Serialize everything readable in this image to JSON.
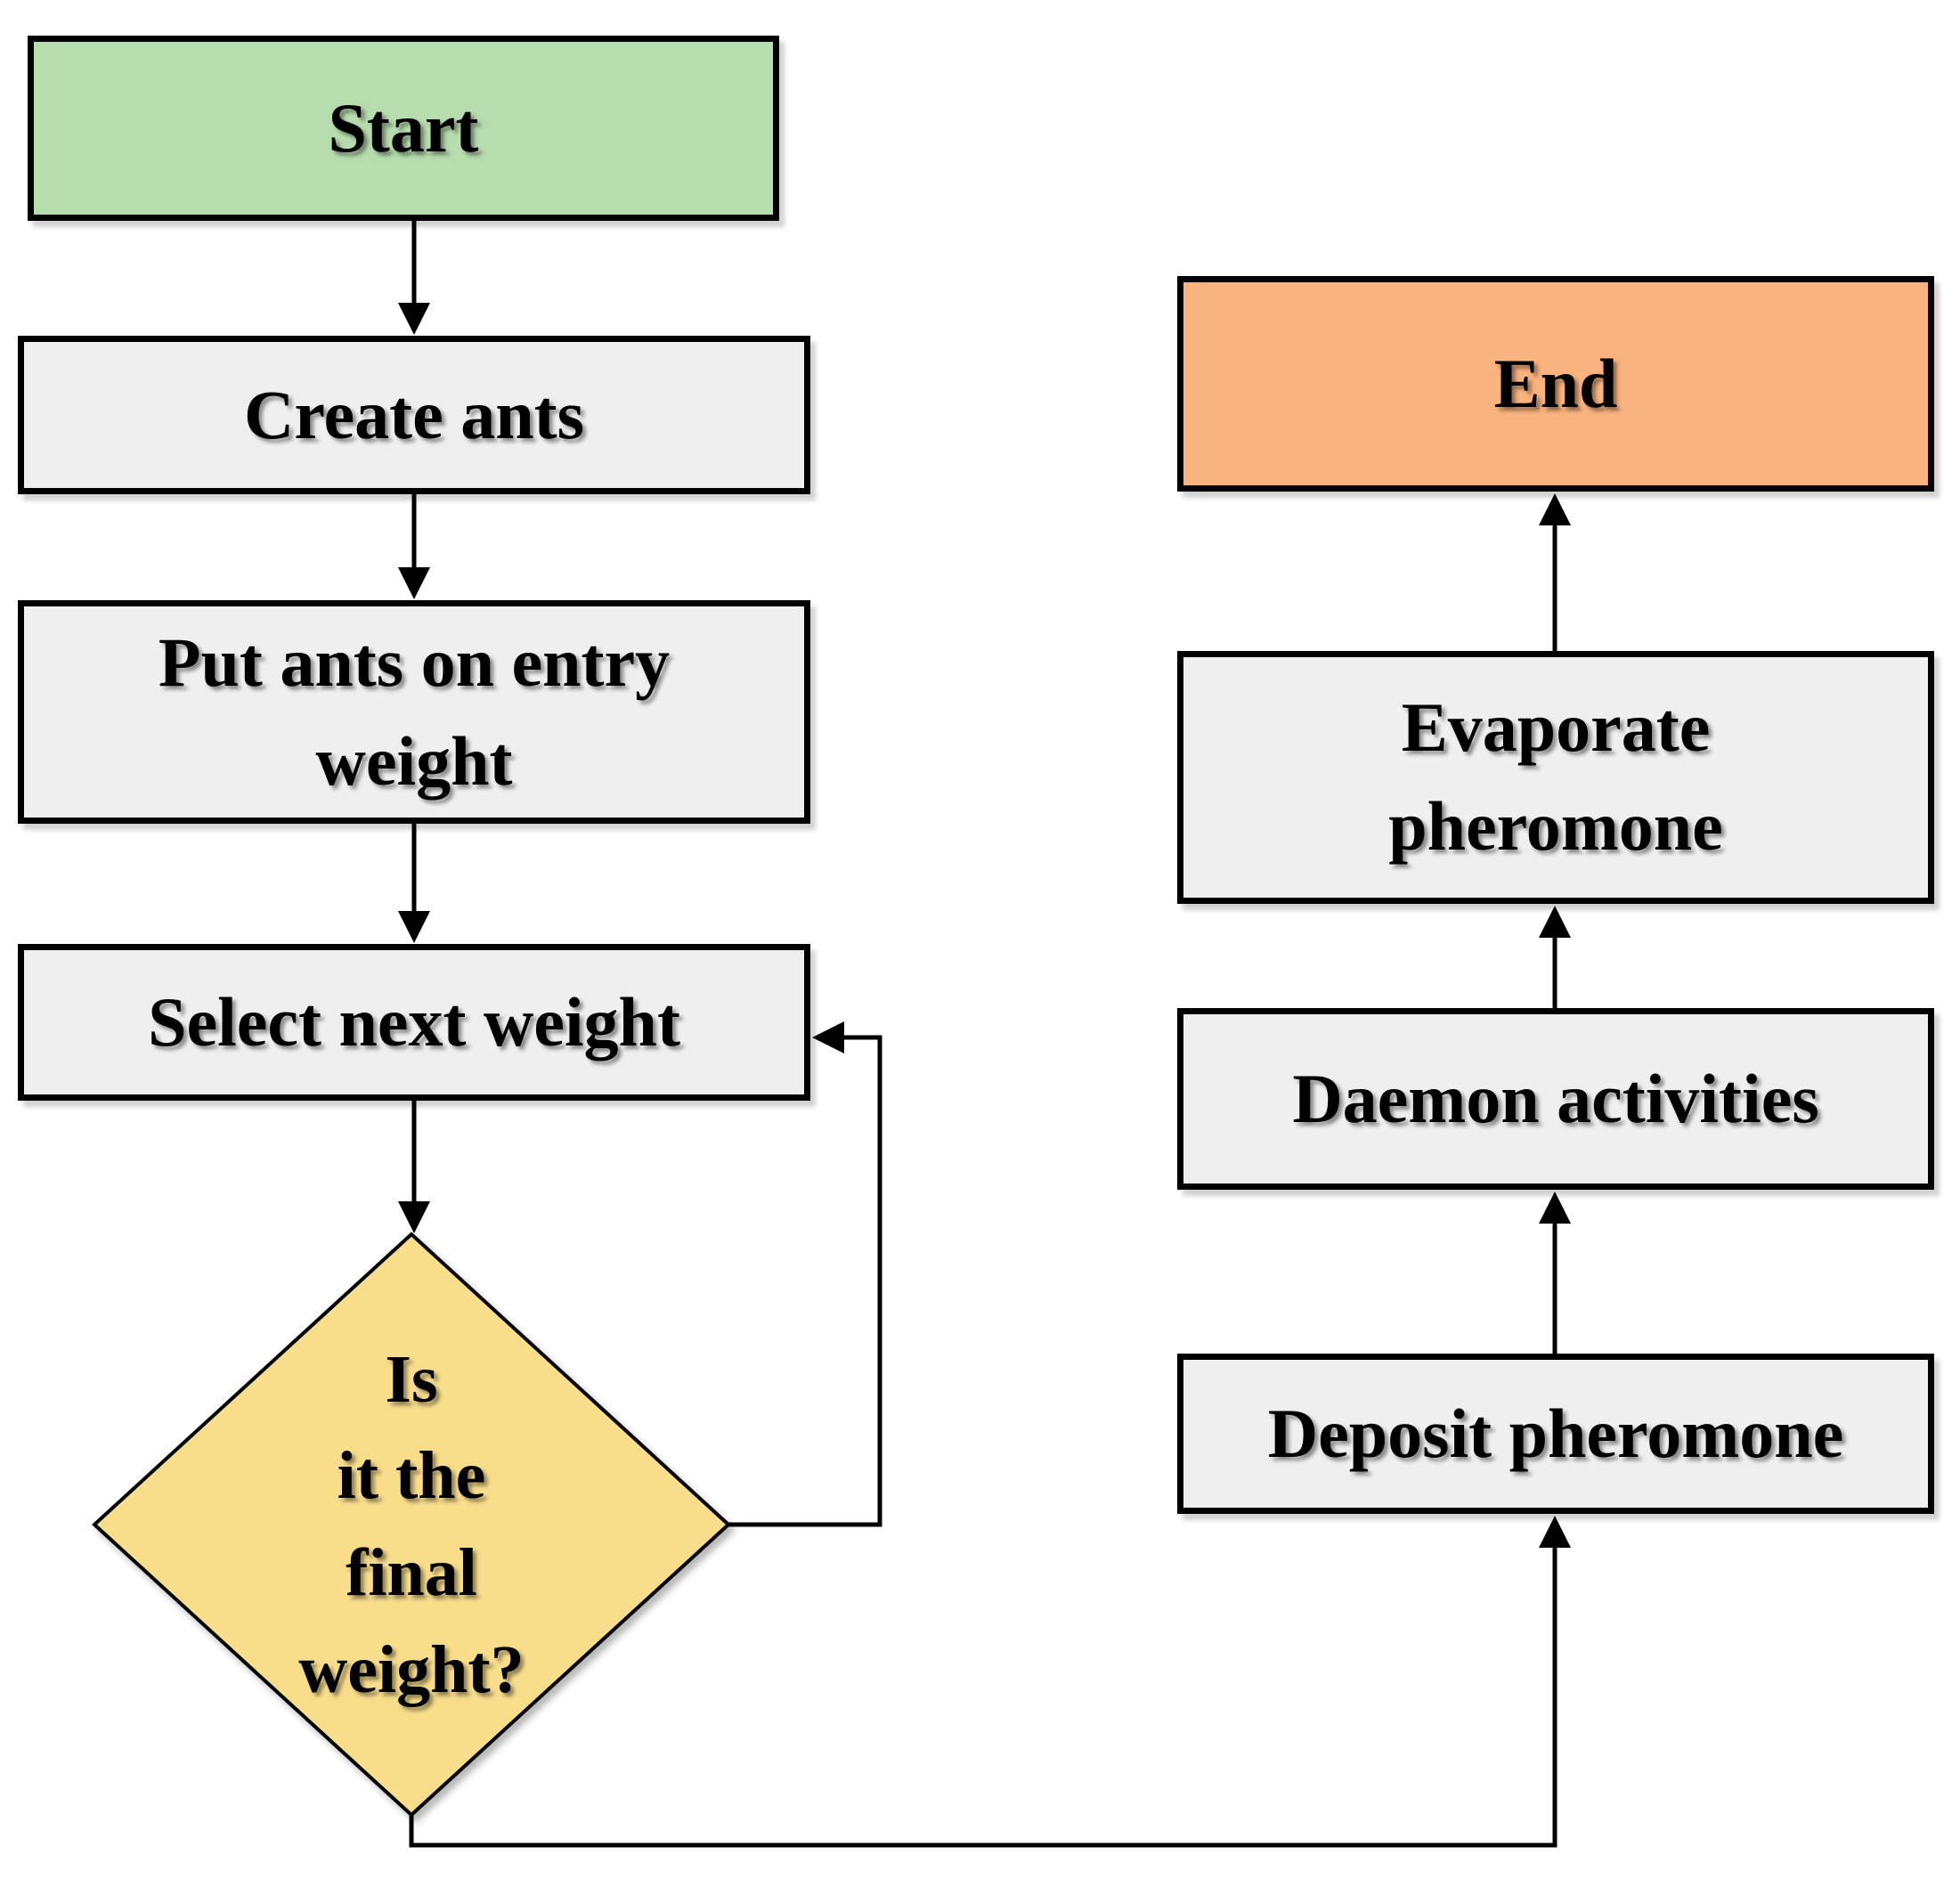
{
  "flowchart": {
    "type": "flowchart",
    "background": "#ffffff",
    "colors": {
      "start_fill": "#b7dcae",
      "process_fill": "#efefef",
      "decision_fill": "#f8dd8b",
      "end_fill": "#f9b37e",
      "border": "#000000",
      "connector": "#000000",
      "text": "#000000"
    },
    "nodes": [
      {
        "id": "start",
        "type": "terminator",
        "label": "Start",
        "lines": [
          "Start"
        ]
      },
      {
        "id": "create-ants",
        "type": "process",
        "label": "Create ants",
        "lines": [
          "Create ants"
        ]
      },
      {
        "id": "put-ants-on-entry-weight",
        "type": "process",
        "label": "Put ants on entry weight",
        "lines": [
          "Put ants on entry",
          "weight"
        ]
      },
      {
        "id": "select-next-weight",
        "type": "process",
        "label": "Select next weight",
        "lines": [
          "Select next weight"
        ]
      },
      {
        "id": "is-it-the-final-weight",
        "type": "decision",
        "label": "Is it the final weight?",
        "lines": [
          "Is",
          "it the",
          "final",
          "weight?"
        ]
      },
      {
        "id": "deposit-pheromone",
        "type": "process",
        "label": "Deposit pheromone",
        "lines": [
          "Deposit pheromone"
        ]
      },
      {
        "id": "daemon-activities",
        "type": "process",
        "label": "Daemon activities",
        "lines": [
          "Daemon activities"
        ]
      },
      {
        "id": "evaporate-pheromone",
        "type": "process",
        "label": "Evaporate pheromone",
        "lines": [
          "Evaporate",
          "pheromone"
        ]
      },
      {
        "id": "end",
        "type": "terminator",
        "label": "End",
        "lines": [
          "End"
        ]
      }
    ],
    "edges": [
      {
        "from": "start",
        "to": "create-ants",
        "label": ""
      },
      {
        "from": "create-ants",
        "to": "put-ants-on-entry-weight",
        "label": ""
      },
      {
        "from": "put-ants-on-entry-weight",
        "to": "select-next-weight",
        "label": ""
      },
      {
        "from": "select-next-weight",
        "to": "is-it-the-final-weight",
        "label": ""
      },
      {
        "from": "is-it-the-final-weight",
        "to": "select-next-weight",
        "label": ""
      },
      {
        "from": "is-it-the-final-weight",
        "to": "deposit-pheromone",
        "label": ""
      },
      {
        "from": "deposit-pheromone",
        "to": "daemon-activities",
        "label": ""
      },
      {
        "from": "daemon-activities",
        "to": "evaporate-pheromone",
        "label": ""
      },
      {
        "from": "evaporate-pheromone",
        "to": "end",
        "label": ""
      }
    ]
  }
}
